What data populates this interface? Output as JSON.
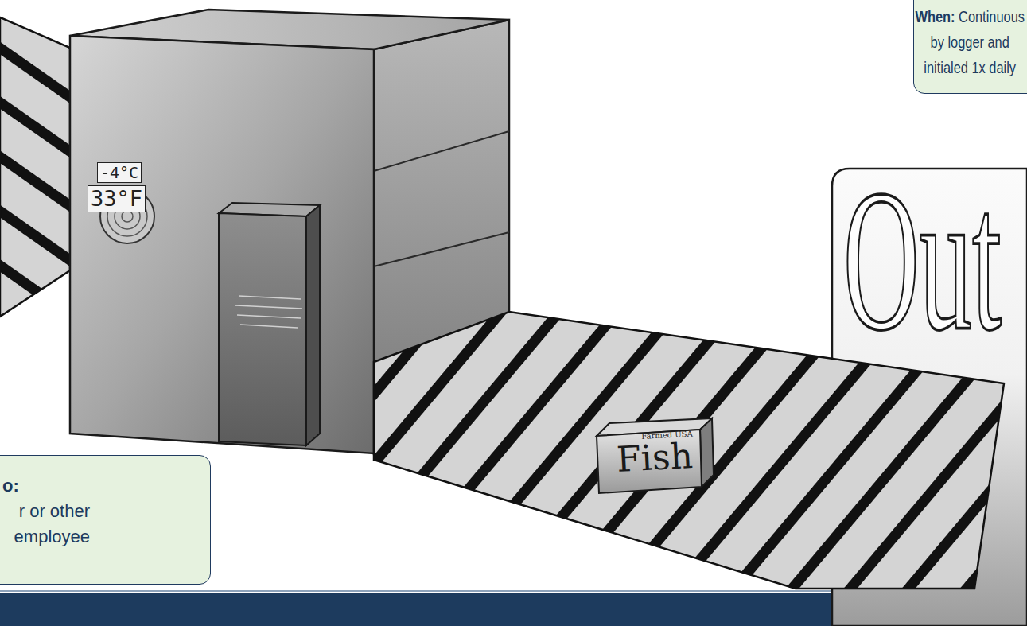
{
  "diagram": {
    "nodes": [
      {
        "text": [
          "When:",
          "Continuous by logger and initialed 1x daily"
        ]
      },
      {
        "text": [
          "o:",
          "r or other employee"
        ]
      }
    ],
    "labels": [
      "-4°C",
      "33°F",
      "Farmed USA",
      "Fish",
      "Out"
    ]
  }
}
